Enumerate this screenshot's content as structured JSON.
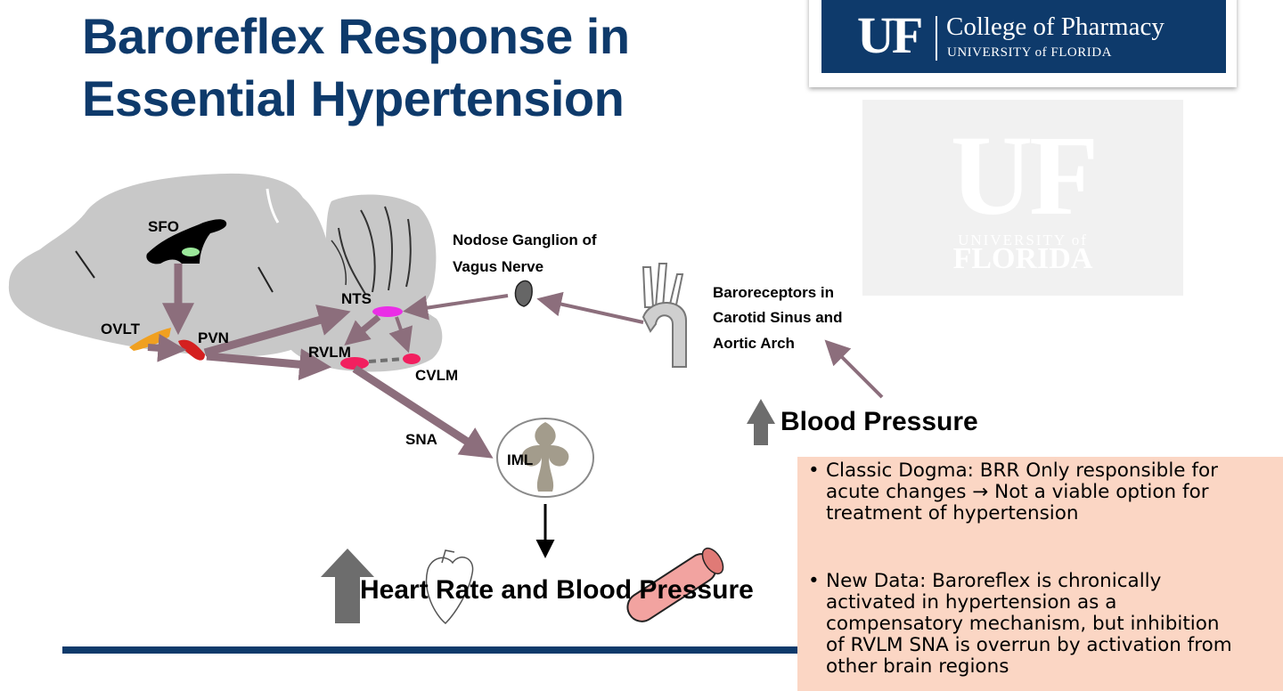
{
  "slide": {
    "title_line1": "Baroreflex Response in",
    "title_line2": "Essential Hypertension"
  },
  "logo": {
    "mark": "UF",
    "college": "College of Pharmacy",
    "university": "UNIVERSITY of FLORIDA"
  },
  "watermark": {
    "mark": "UF",
    "university": "UNIVERSITY of",
    "state": "FLORIDA"
  },
  "diagram": {
    "labels": {
      "sfo": "SFO",
      "ovlt": "OVLT",
      "pvn": "PVN",
      "nts": "NTS",
      "rvlm": "RVLM",
      "cvlm": "CVLM",
      "sna": "SNA",
      "iml": "IML",
      "nodose_line1": "Nodose Ganglion of",
      "nodose_line2": "Vagus Nerve",
      "baro_line1": "Baroreceptors in",
      "baro_line2": "Carotid Sinus and",
      "baro_line3": "Aortic Arch"
    },
    "blood_pressure": "Blood Pressure",
    "heart_rate_bp": "Heart Rate and Blood Pressure",
    "icons": [
      "up-arrow-icon",
      "heart-icon",
      "blood-vessel-icon",
      "spinal-cord-icon",
      "aorta-icon",
      "ganglion-icon"
    ],
    "colors": {
      "title_navy": "#0e3a6b",
      "pathway_arrow": "#8c6e7c",
      "brain_gray": "#c8c8c8",
      "nts_magenta": "#ea2ee6",
      "rvlm_red": "#f21f5f",
      "pvn_red": "#d42020",
      "ovlt_orange": "#f0a020",
      "notes_bg": "#fbd6c4"
    }
  },
  "notes": [
    {
      "line1": "Classic Dogma: BRR Only responsible for",
      "line2": "acute changes → Not a viable option for",
      "line3": "treatment of hypertension"
    },
    {
      "line1": "New Data: Baroreflex is chronically",
      "line2": "activated in hypertension as a",
      "line3": "compensatory mechanism, but inhibition",
      "line4": "of RVLM SNA is overrun by activation from",
      "line5": "other brain regions"
    }
  ]
}
